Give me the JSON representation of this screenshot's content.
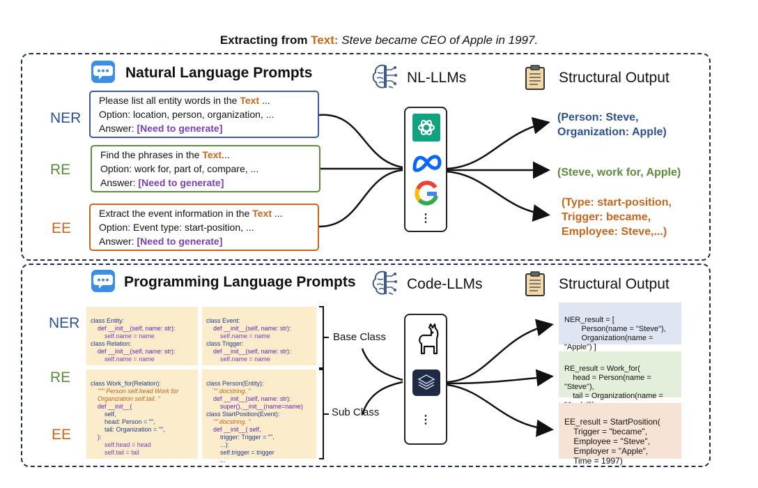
{
  "title": {
    "prefix": "Extracting from ",
    "text_word": "Text:",
    "sentence": " Steve became CEO of Apple in 1997."
  },
  "nl": {
    "header": "Natural Language Prompts",
    "llm_label": "NL-LLMs",
    "output_header": "Structural Output",
    "tasks": [
      "NER",
      "RE",
      "EE"
    ],
    "prompts": [
      {
        "line1": "Please list all entity words in the ",
        "kw": "Text",
        "line1_end": " ...",
        "line2": "Option: location, person, organization, ...",
        "line3": "Answer: ",
        "gen": "[Need to generate]"
      },
      {
        "line1": "Find the phrases in the ",
        "kw": "Text",
        "line1_end": "...",
        "line2": "Option: work for, part of, compare, ...",
        "line3": "Answer: ",
        "gen": "[Need to generate]"
      },
      {
        "line1": "Extract the event information in the ",
        "kw": "Text",
        "line1_end": " ...",
        "line2": "Option: Event type: start-position, ...",
        "line3": "Answer: ",
        "gen": "[Need to generate]"
      }
    ],
    "outputs": {
      "ner_1": "(Person: Steve,",
      "ner_2": "Organization: Apple)",
      "re_1": "(Steve, work for, Apple)",
      "ee_1": "(Type: start-position,",
      "ee_2": "Trigger: became,",
      "ee_3": "Employee: Steve,...)"
    },
    "more": "⋮"
  },
  "code": {
    "header": "Programming Language Prompts",
    "llm_label": "Code-LLMs",
    "output_header": "Structural Output",
    "tasks": [
      "NER",
      "RE",
      "EE"
    ],
    "base_label": "Base Class",
    "sub_label": "Sub Class",
    "more": "⋮",
    "entity_block": [
      "class Entity:",
      "    def __init__(self, name: str):",
      "        self.name = name",
      "class Relation:",
      "    def __init__(self, name: str):",
      "        self.name = name"
    ],
    "event_block": [
      "class Event:",
      "    def __init__(self, name: str):",
      "        self.name = name",
      "class Trigger:",
      "    def __init__(self, name: str):",
      "        self.name = name"
    ],
    "workfor_block": [
      "class Work_for(Relation):",
      "    \"\"\" Person self.head Work for",
      "    Organization self.tail. \"",
      "    def __init__(",
      "        self,",
      "        head: Person = \"\",",
      "        tail: Organization = \"\",",
      "    ):",
      "        self.head = head",
      "        self.tail = tail"
    ],
    "person_block": [
      "class Person(Entity):",
      "    \"\" docstring. \"",
      "    def __init__(self, name: str):",
      "        super().__init__(name=name)",
      "class StartPosition(Event):",
      "    \"\" docstring. \"",
      "    def __init__( self,",
      "        trigger: Trigger = \"\",",
      "        ...):",
      "        self.trigger = trigger",
      "        ..."
    ],
    "ner_result": [
      "NER_result = [",
      "        Person(name = \"Steve\"),",
      "        Organization(name =",
      "\"Apple\") ]"
    ],
    "re_result": [
      "RE_result = Work_for(",
      "    head = Person(name =",
      "\"Steve\"),",
      "    tail = Organization(name =",
      "\"Apple\"))"
    ],
    "ee_result": [
      "EE_result = StartPosition(",
      "    Trigger = \"became\",",
      "    Employee = \"Steve\",",
      "    Employer = \"Apple\",",
      "    Time = 1997)"
    ]
  },
  "colors": {
    "ner": "#2f4f8f",
    "re": "#5d8a3c",
    "ee": "#c8651b",
    "ner_bg": "#dfe5f3",
    "re_bg": "#e3eedb",
    "ee_bg": "#f7e2d6"
  }
}
